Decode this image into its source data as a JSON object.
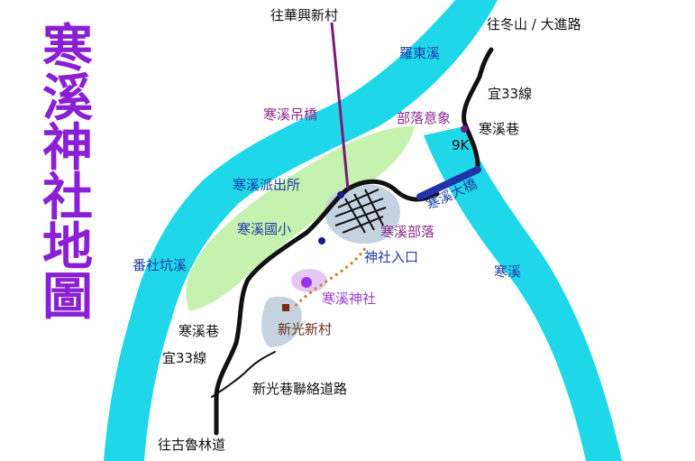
{
  "title": {
    "chars": [
      "寒",
      "溪",
      "神",
      "社",
      "地",
      "圖"
    ],
    "color": "#8a1fd6"
  },
  "labels": {
    "to_huaxing": "往華興新村",
    "to_dongshan": "往冬山 / 大進路",
    "luodong_creek": "羅東溪",
    "yi33_top": "宜33線",
    "tribal_symbol": "部落意象",
    "hanxi_lane_top": "寒溪巷",
    "km_9k": "9K",
    "suspension_bridge": "寒溪吊橋",
    "police_station": "寒溪派出所",
    "hanxi_bridge": "寒溪大橋",
    "school": "寒溪國小",
    "tribe": "寒溪部落",
    "shrine_entrance": "神社入口",
    "fanshe_creek": "番社坑溪",
    "hanxi_creek": "寒溪",
    "shrine": "寒溪神社",
    "xinguang_village": "新光新村",
    "hanxi_lane_bottom": "寒溪巷",
    "yi33_bottom": "宜33線",
    "xinguang_link_road": "新光巷聯絡道路",
    "to_gulu": "往古魯林道"
  },
  "colors": {
    "river": "#1ed8ea",
    "green_zone": "#c6f2b0",
    "settlement": "#c5d3e0",
    "road": "#111111",
    "bridge": "#2233aa",
    "suspension": "#7a1a7a",
    "trail": "#c08a3a",
    "shrine_zone": "#e6c8f5",
    "marker_blue": "#1a1a8a",
    "marker_violet": "#9933ee",
    "marker_brown": "#7a2a10"
  },
  "icons": {
    "police_marker": "dot-marker",
    "school_marker": "dot-marker",
    "tribal_marker": "dot-marker",
    "shrine_marker": "dot-marker",
    "village_marker": "square-marker"
  }
}
